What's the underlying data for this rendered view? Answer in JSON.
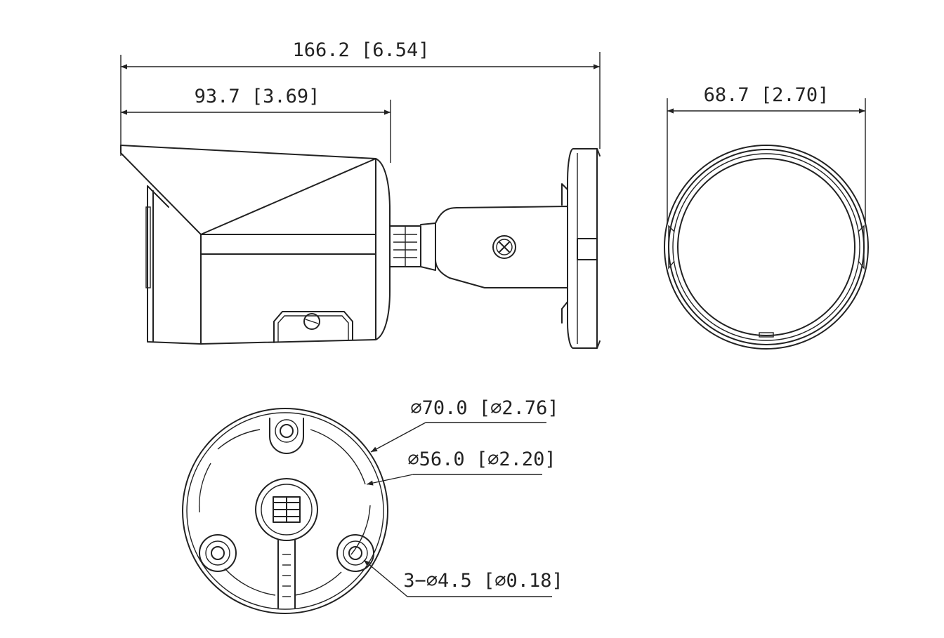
{
  "dimensions": {
    "overall_length": "166.2 [6.54]",
    "body_length": "93.7 [3.69]",
    "front_diameter": "68.7 [2.70]",
    "base_outer_diameter": "⌀70.0 [⌀2.76]",
    "base_inner_diameter": "⌀56.0 [⌀2.20]",
    "mounting_holes": "3−⌀4.5 [⌀0.18]"
  },
  "colors": {
    "line": "#222222",
    "background": "#ffffff"
  }
}
